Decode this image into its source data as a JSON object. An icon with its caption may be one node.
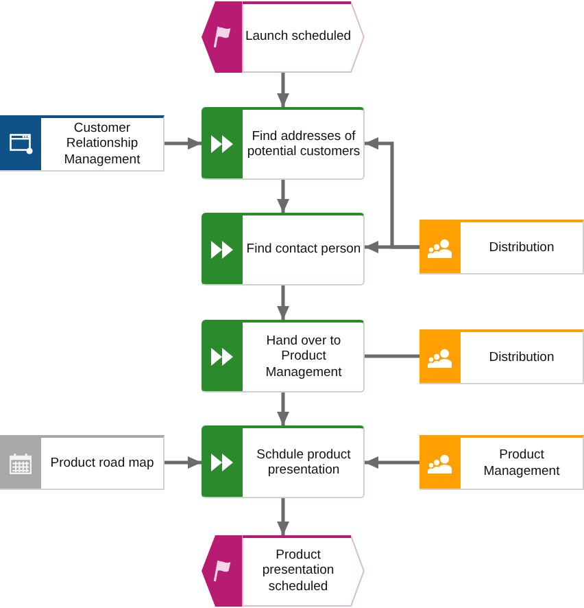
{
  "diagram": {
    "nodes": [
      {
        "text": [
          "Launch scheduled"
        ]
      },
      {
        "text": [
          "Customer Relationship Management"
        ]
      },
      {
        "text": [
          "Find addresses of potential customers"
        ]
      },
      {
        "text": [
          "Find contact person"
        ]
      },
      {
        "text": [
          "Distribution"
        ]
      },
      {
        "text": [
          "Hand over to Product Management"
        ]
      },
      {
        "text": [
          "Distribution"
        ]
      },
      {
        "text": [
          "Product road map"
        ]
      },
      {
        "text": [
          "Schdule product presentation"
        ]
      },
      {
        "text": [
          "Product Management"
        ]
      },
      {
        "text": [
          "Product presentation scheduled"
        ]
      }
    ],
    "edges": [
      {
        "from": 0,
        "to": 2,
        "arrow": "to"
      },
      {
        "from": 1,
        "to": 2,
        "arrow": "to"
      },
      {
        "from": 2,
        "to": 3,
        "arrow": "to"
      },
      {
        "from": 4,
        "to": 2,
        "arrow": "to"
      },
      {
        "from": 4,
        "to": 3,
        "arrow": "to"
      },
      {
        "from": 3,
        "to": 5,
        "arrow": "to"
      },
      {
        "from": 5,
        "to": 6,
        "arrow": "none"
      },
      {
        "from": 5,
        "to": 8,
        "arrow": "to"
      },
      {
        "from": 7,
        "to": 8,
        "arrow": "to"
      },
      {
        "from": 9,
        "to": 8,
        "arrow": "to"
      },
      {
        "from": 8,
        "to": 10,
        "arrow": "to"
      }
    ]
  }
}
